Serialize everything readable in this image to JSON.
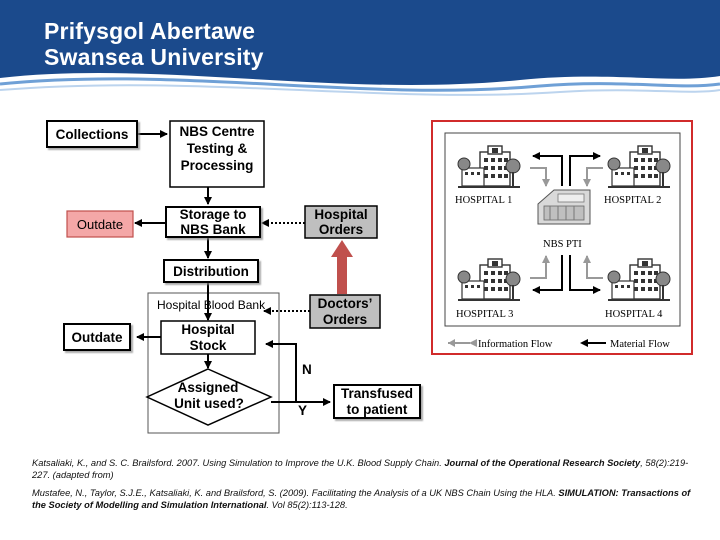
{
  "header": {
    "line1": "Prifysgol Abertawe",
    "line2": "Swansea University"
  },
  "flowchart": {
    "collections": "Collections",
    "nbs_centre": [
      "NBS Centre",
      "Testing &",
      "Processing"
    ],
    "storage": [
      "Storage to",
      "NBS Bank"
    ],
    "outdate_top": "Outdate",
    "hospital_orders": [
      "Hospital",
      "Orders"
    ],
    "distribution": "Distribution",
    "hospital_blood_bank": "Hospital  Blood Bank",
    "doctors_orders": [
      "Doctors’",
      "Orders"
    ],
    "outdate_bottom": "Outdate",
    "hospital_stock": [
      "Hospital",
      "Stock"
    ],
    "assigned": [
      "Assigned",
      "Unit used?"
    ],
    "transfused": [
      "Transfused",
      "to patient"
    ],
    "label_n": "N",
    "label_y": "Y"
  },
  "network": {
    "hospitals": [
      "HOSPITAL 1",
      "HOSPITAL 2",
      "HOSPITAL 3",
      "HOSPITAL 4"
    ],
    "center": "NBS PTI",
    "legend_info": "Information Flow",
    "legend_material": "Material Flow"
  },
  "colors": {
    "header_bg": "#1b4a8c",
    "outdate_fill": "#f4a7a7",
    "grey_box": "#bfbfbf",
    "red_arrow": "#c0504d",
    "network_border": "#d12b2b"
  },
  "references": {
    "ref1_pre": "Katsaliaki, K., and S. C. Brailsford. 2007. Using Simulation to Improve the U.K. Blood Supply Chain. ",
    "ref1_journal": "Journal of the Operational Research Society",
    "ref1_post": ", 58(2):219-227. (adapted from)",
    "ref2_pre": "Mustafee, N., Taylor, S.J.E., Katsaliaki, K. and Brailsford, S. (2009). Facilitating the Analysis of a UK NBS Chain Using the HLA. ",
    "ref2_journal": "SIMULATION: Transactions of the Society of Modelling and Simulation International",
    "ref2_post": ". Vol 85(2):113-128."
  }
}
